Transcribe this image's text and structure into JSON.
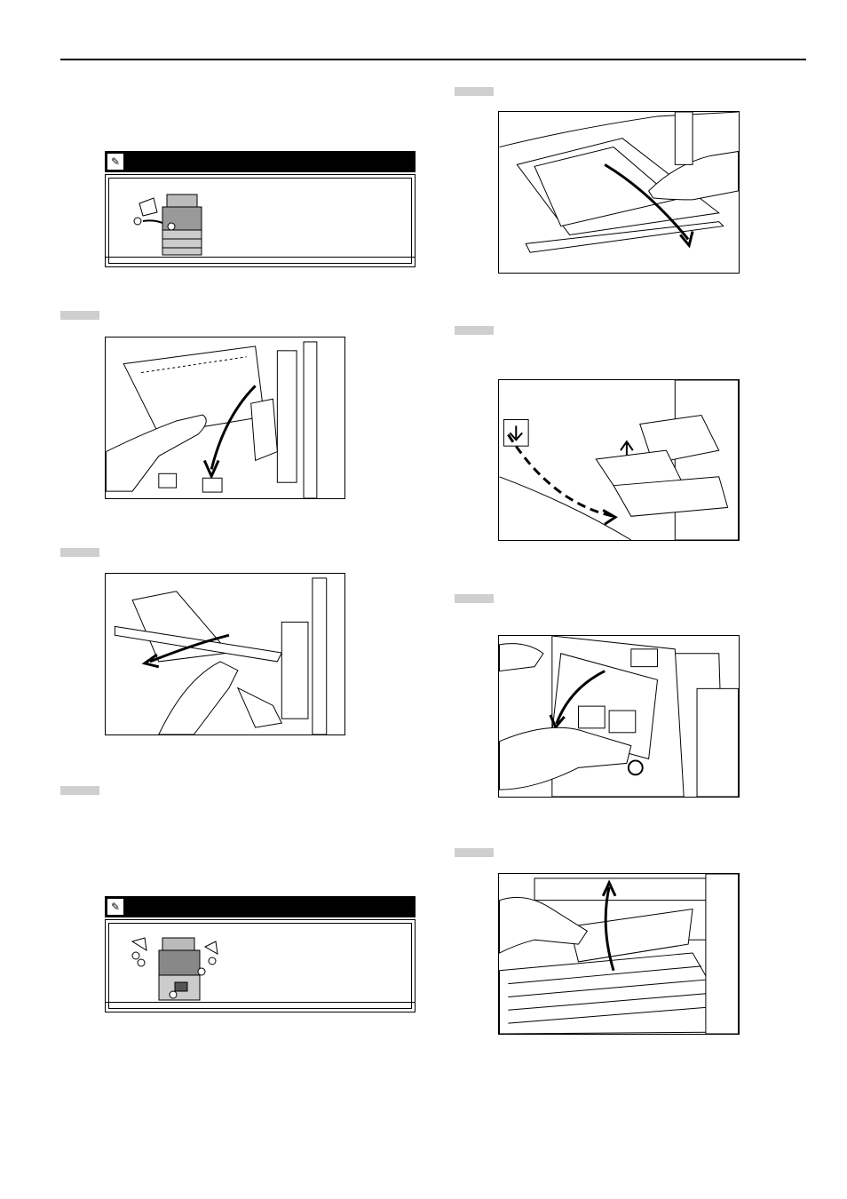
{
  "page": {
    "figures": [
      {
        "name": "figure-pull-paper-from-tray",
        "icon": "pull-paper-illustration"
      },
      {
        "name": "figure-open-left-cover",
        "icon": "open-cover-illustration"
      },
      {
        "name": "figure-remove-jammed-paper",
        "icon": "remove-paper-illustration"
      },
      {
        "name": "figure-pull-paper-from-output",
        "icon": "pull-output-illustration"
      },
      {
        "name": "figure-open-front-cover",
        "icon": "open-front-cover-illustration"
      },
      {
        "name": "figure-lift-fuser-guide",
        "icon": "lift-guide-illustration"
      }
    ],
    "panels": [
      {
        "name": "panel-jam-location-1",
        "icon": "wrench-icon"
      },
      {
        "name": "panel-jam-location-2",
        "icon": "wrench-icon"
      }
    ],
    "colors": {
      "line": "#000000",
      "tab": "#cfcfcf",
      "panel_bar": "#000000"
    }
  }
}
